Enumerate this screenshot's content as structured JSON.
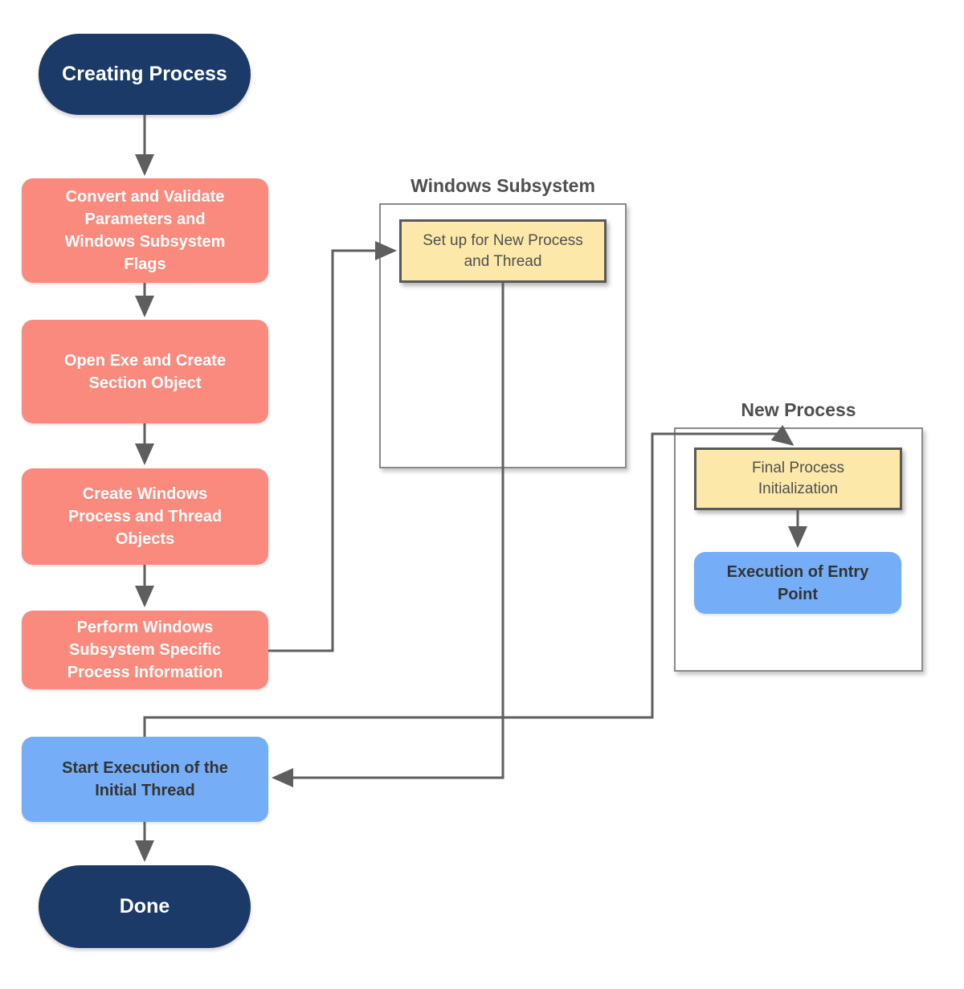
{
  "colors": {
    "background": "#ffffff",
    "terminator_fill": "#1b3a67",
    "terminator_text": "#ffffff",
    "process_fill": "#f98a7d",
    "process_text": "#ffffff",
    "task_fill": "#fce9aa",
    "task_border": "#595959",
    "task_text": "#4f4f4f",
    "highlight_fill": "#75aef6",
    "highlight_text": "#333333",
    "container_fill": "#ffffff",
    "container_border": "#8a8a8a",
    "label_text": "#4f4f4f",
    "connector": "#5e5e5e"
  },
  "containers": {
    "windows_subsystem": {
      "label": "Windows Subsystem"
    },
    "new_process": {
      "label": "New Process"
    }
  },
  "nodes": {
    "start": {
      "label": "Creating Process",
      "type": "terminator"
    },
    "convert": {
      "label": "Convert and Validate\nParameters and\nWindows Subsystem\nFlags",
      "type": "process"
    },
    "open_exe": {
      "label": "Open Exe and Create\nSection Object",
      "type": "process"
    },
    "create_objects": {
      "label": "Create Windows\nProcess and Thread\nObjects",
      "type": "process"
    },
    "perform_subsystem": {
      "label": "Perform Windows\nSubsystem Specific\nProcess Information",
      "type": "process"
    },
    "setup_new_process": {
      "label": "Set up for New Process\nand Thread",
      "type": "task",
      "container": "Windows Subsystem"
    },
    "start_execution": {
      "label": "Start Execution of the\nInitial Thread",
      "type": "highlight"
    },
    "done": {
      "label": "Done",
      "type": "terminator"
    },
    "final_init": {
      "label": "Final Process\nInitialization",
      "type": "task",
      "container": "New Process"
    },
    "entry_point": {
      "label": "Execution of Entry\nPoint",
      "type": "highlight",
      "container": "New Process"
    }
  },
  "edges": [
    {
      "from": "start",
      "to": "convert"
    },
    {
      "from": "convert",
      "to": "open_exe"
    },
    {
      "from": "open_exe",
      "to": "create_objects"
    },
    {
      "from": "create_objects",
      "to": "perform_subsystem"
    },
    {
      "from": "perform_subsystem",
      "to": "setup_new_process"
    },
    {
      "from": "setup_new_process",
      "to": "start_execution"
    },
    {
      "from": "start_execution",
      "to": "final_init"
    },
    {
      "from": "final_init",
      "to": "entry_point"
    },
    {
      "from": "start_execution",
      "to": "done"
    }
  ]
}
